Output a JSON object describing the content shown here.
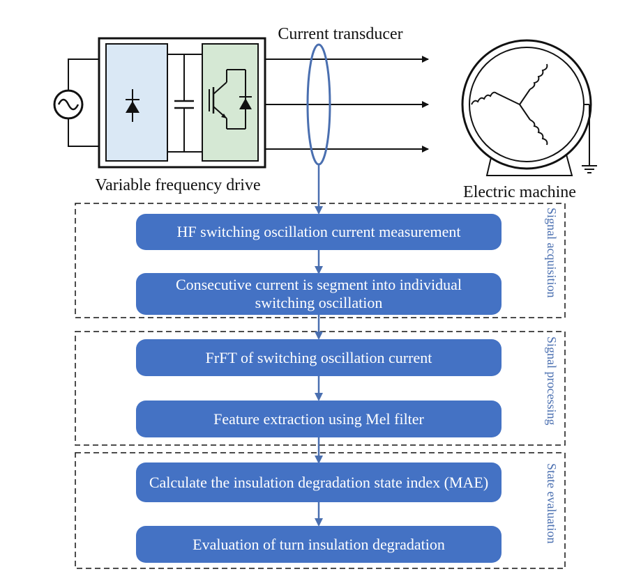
{
  "labels": {
    "current_transducer": "Current transducer",
    "vfd": "Variable frequency drive",
    "machine": "Electric machine"
  },
  "sections": [
    {
      "name": "Signal acquisition",
      "steps": [
        "HF switching oscillation current measurement",
        "Consecutive current is segment into individual switching oscillation"
      ]
    },
    {
      "name": "Signal processing",
      "steps": [
        "FrFT of switching oscillation current",
        "Feature extraction using Mel filter"
      ]
    },
    {
      "name": "State evaluation",
      "steps": [
        "Calculate the insulation  degradation state index (MAE)",
        "Evaluation of turn insulation degradation"
      ]
    }
  ],
  "colors": {
    "box_fill": "#4472c4",
    "arrow": "#4a6fb0",
    "rectifier_fill": "#dae8f5",
    "inverter_fill": "#d5e8d4",
    "side_label": "#4a6fb0"
  }
}
